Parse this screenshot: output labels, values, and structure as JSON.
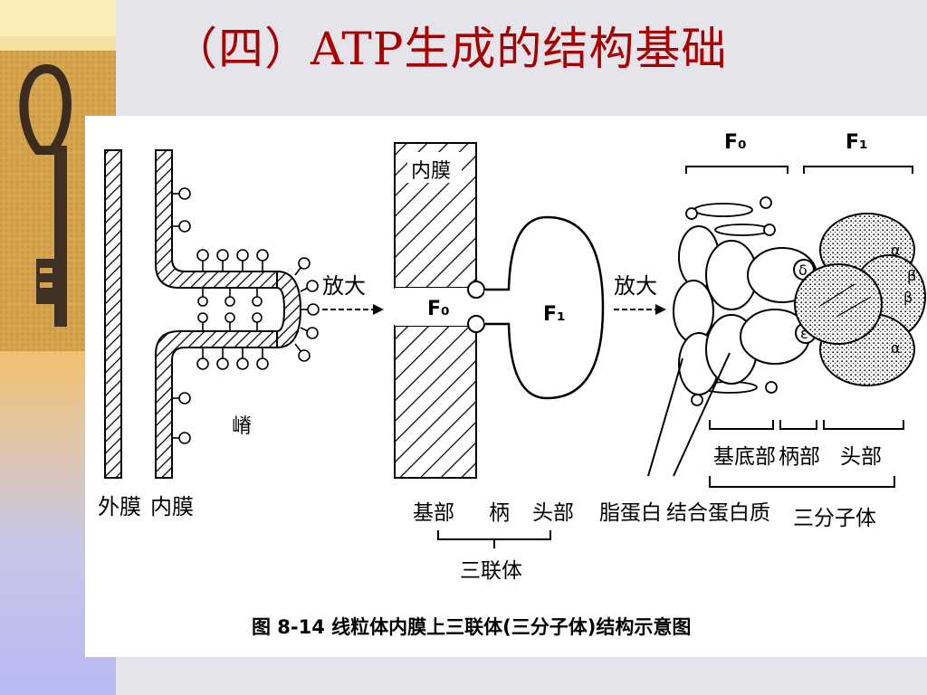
{
  "title": "（四）ATP生成的结构基础",
  "colors": {
    "title": "#a80000",
    "background": "#e4e4ea",
    "diagram_bg": "#ffffff"
  },
  "diagram": {
    "labels": {
      "outer_membrane": "外膜",
      "inner_membrane": "内膜",
      "crista": "嵴",
      "zoom_1": "放大",
      "zoom_2": "放大",
      "inner_membrane_top": "内膜",
      "f0": "F₀",
      "f1": "F₁",
      "base": "基部",
      "stalk": "柄",
      "head": "头部",
      "tripartite_particle": "三联体",
      "f0_top": "F₀",
      "f1_top": "F₁",
      "lipoprotein": "脂蛋白",
      "binding_protein": "结合蛋白质",
      "basal_part": "基底部",
      "stalk_part": "柄部",
      "head_part": "头部",
      "three_subunit": "三分子体",
      "sub_delta": "δ",
      "sub_epsilon": "ε",
      "sub_alpha1": "α",
      "sub_beta1": "β",
      "sub_alpha2": "α",
      "sub_beta2": "β",
      "caption": "图 8-14    线粒体内膜上三联体(三分子体)结构示意图"
    }
  }
}
